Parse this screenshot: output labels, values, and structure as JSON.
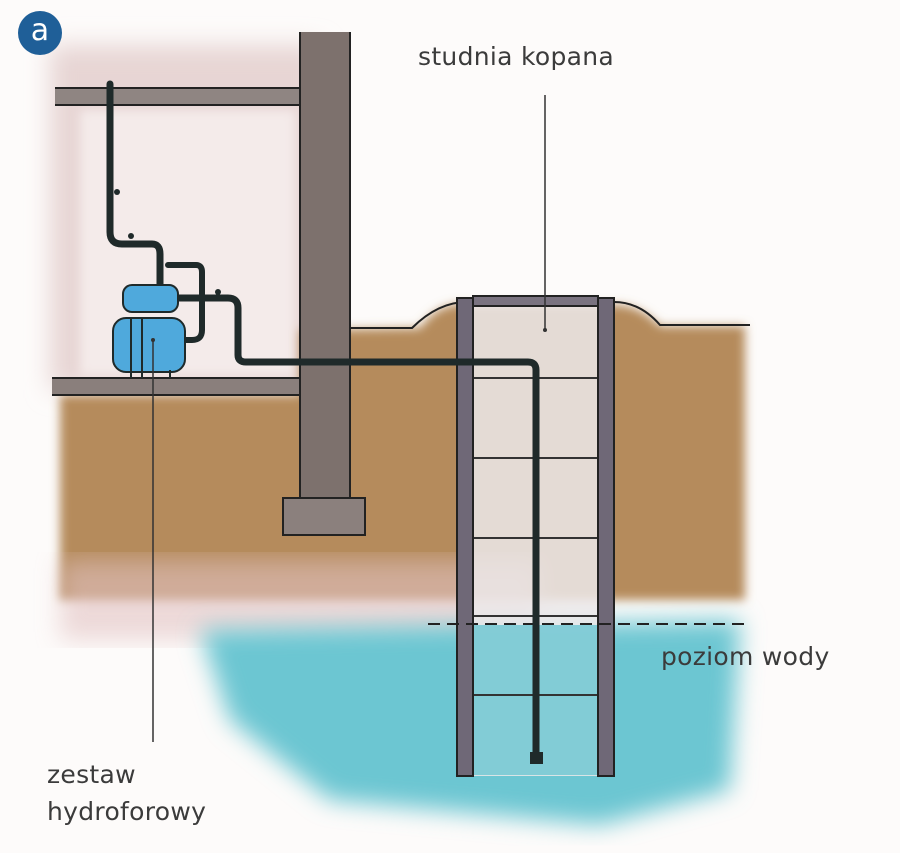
{
  "badge": "a",
  "labels": {
    "well": "studnia kopana",
    "water_level": "poziom wody",
    "hydrophore_line1": "zestaw",
    "hydrophore_line2": "hydroforowy"
  },
  "colors": {
    "soil": "#b58b5b",
    "water": "#6cc6d2",
    "concrete": "#7d716d",
    "pipe": "#1f2a2a",
    "tank": "#4fa9dc",
    "badge": "#1f5f98"
  }
}
